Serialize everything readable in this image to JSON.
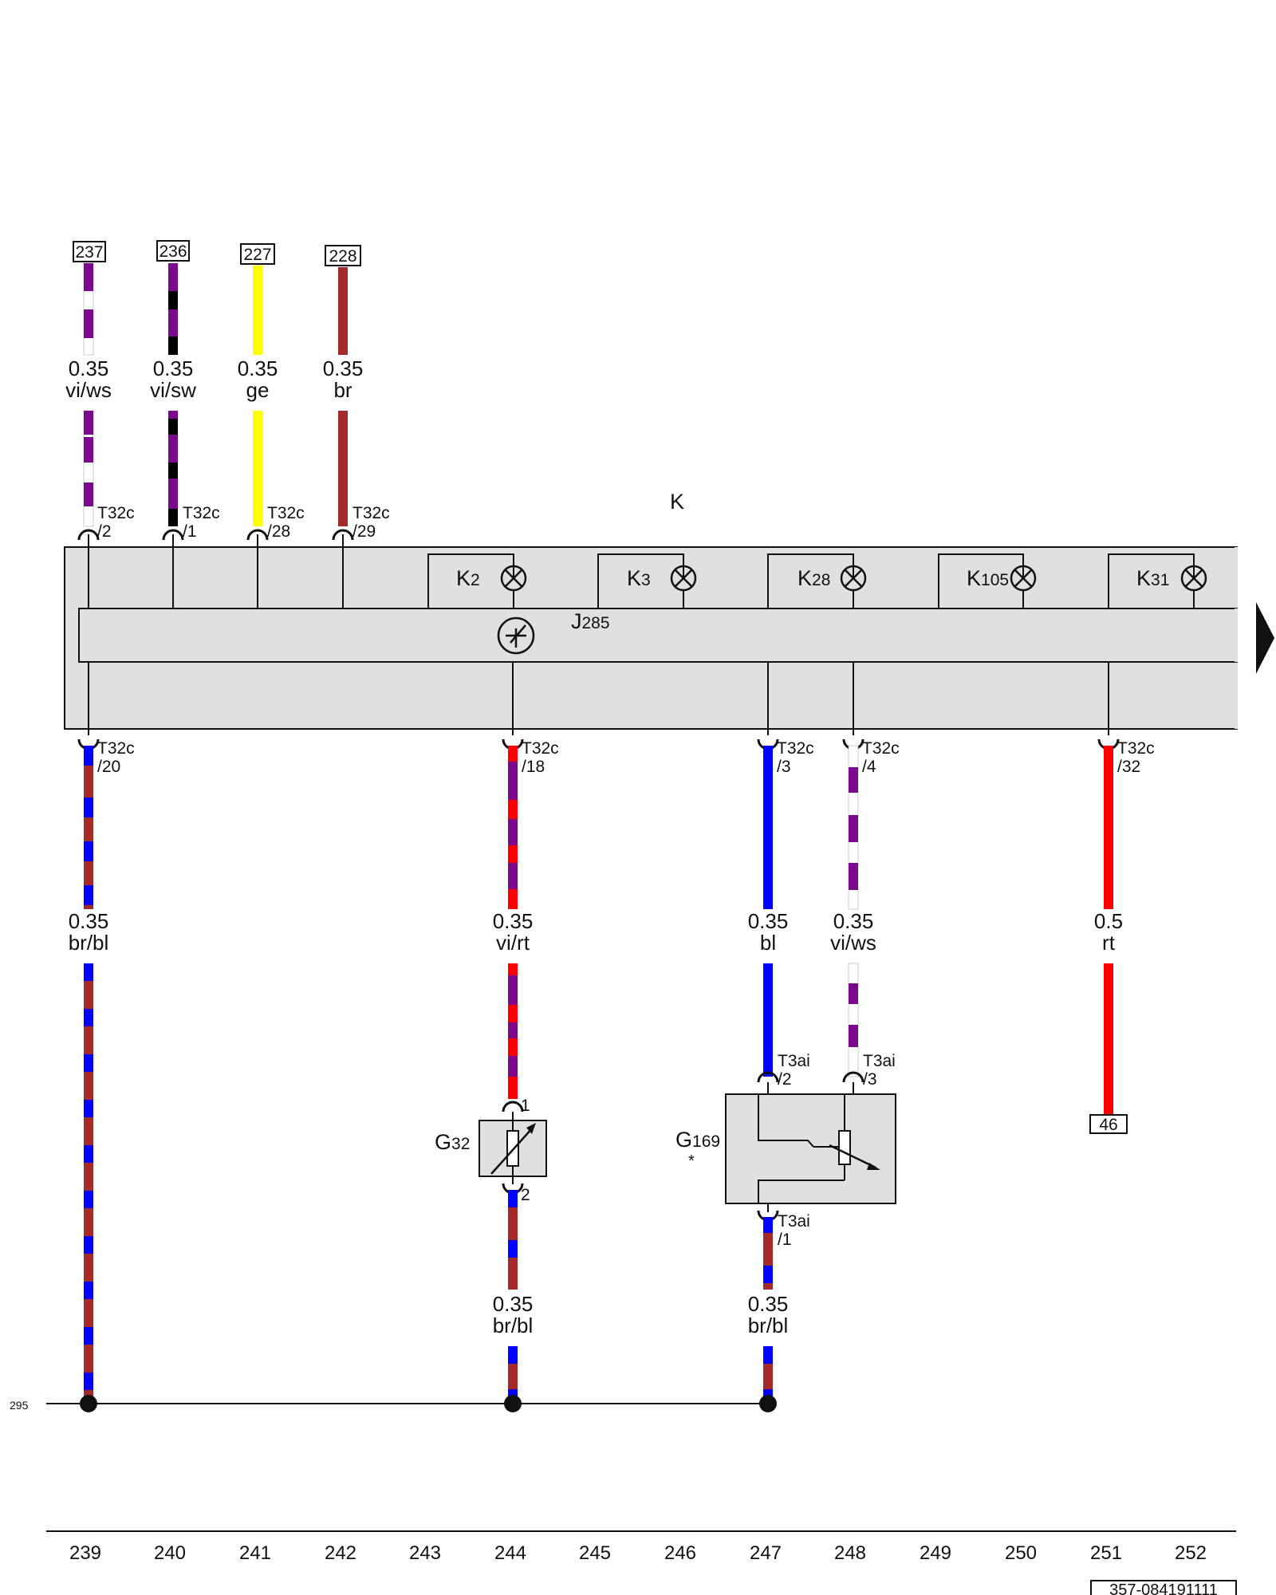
{
  "colors": {
    "vi": "#7a0a8c",
    "ws": "#ffffff",
    "sw": "#000000",
    "ge": "#ffff00",
    "br": "#a52a2a",
    "bl": "#0000ff",
    "rt": "#ff0000",
    "housing": "#e0e0e0",
    "line": "#111111"
  },
  "control_unit": {
    "label": "K",
    "inner_label": "J",
    "inner_sub": "285"
  },
  "warning_lamps": [
    {
      "prefix": "K",
      "sub": "2"
    },
    {
      "prefix": "K",
      "sub": "3"
    },
    {
      "prefix": "K",
      "sub": "28"
    },
    {
      "prefix": "K",
      "sub": "105"
    },
    {
      "prefix": "K",
      "sub": "31"
    }
  ],
  "top_wires": [
    {
      "ref": "237",
      "size": "0.35",
      "color": "vi/ws",
      "pin_conn": "T32c",
      "pin_no": "/2"
    },
    {
      "ref": "236",
      "size": "0.35",
      "color": "vi/sw",
      "pin_conn": "T32c",
      "pin_no": "/1"
    },
    {
      "ref": "227",
      "size": "0.35",
      "color": "ge",
      "pin_conn": "T32c",
      "pin_no": "/28"
    },
    {
      "ref": "228",
      "size": "0.35",
      "color": "br",
      "pin_conn": "T32c",
      "pin_no": "/29"
    }
  ],
  "bottom_wires": [
    {
      "size": "0.35",
      "color": "br/bl",
      "pin_conn": "T32c",
      "pin_no": "/20"
    },
    {
      "size": "0.35",
      "color": "vi/rt",
      "pin_conn": "T32c",
      "pin_no": "/18"
    },
    {
      "size": "0.35",
      "color": "bl",
      "pin_conn": "T32c",
      "pin_no": "/3"
    },
    {
      "size": "0.35",
      "color": "vi/ws",
      "pin_conn": "T32c",
      "pin_no": "/4"
    },
    {
      "size": "0.5",
      "color": "rt",
      "pin_conn": "T32c",
      "pin_no": "/32",
      "ref": "46"
    }
  ],
  "sensor_g32": {
    "label": "G",
    "sub": "32",
    "pin1": "1",
    "pin2": "2",
    "lower_size": "0.35",
    "lower_color": "br/bl"
  },
  "sensor_g169": {
    "label": "G",
    "sub": "169",
    "note": "*",
    "pin_a_conn": "T3ai",
    "pin_a_no": "/2",
    "pin_b_conn": "T3ai",
    "pin_b_no": "/3",
    "pin_c_conn": "T3ai",
    "pin_c_no": "/1",
    "lower_size": "0.35",
    "lower_color": "br/bl"
  },
  "ground_ref": "295",
  "columns": [
    "239",
    "240",
    "241",
    "242",
    "243",
    "244",
    "245",
    "246",
    "247",
    "248",
    "249",
    "250",
    "251",
    "252"
  ],
  "drawing_number": "357-084191111"
}
